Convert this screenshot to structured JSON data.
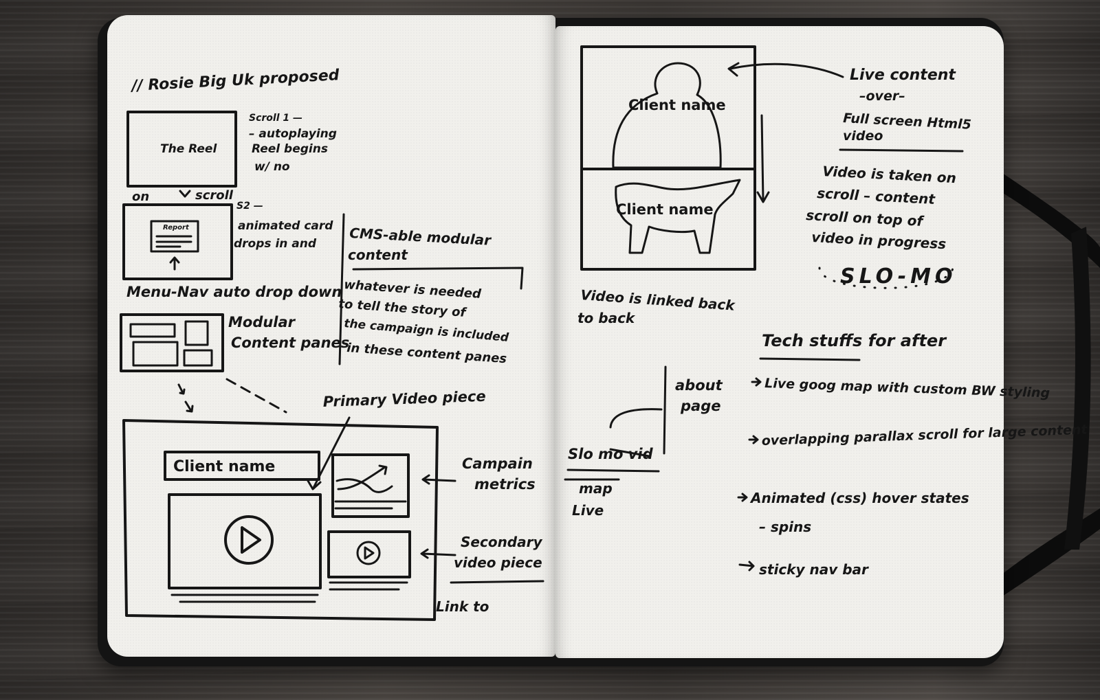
{
  "left_page": {
    "header": "// Rosie Big Uk proposed",
    "scene1": {
      "box_label": "The Reel",
      "step": "Scroll 1 —",
      "notes": [
        "– autoplaying",
        "Reel begins",
        "w/ no"
      ],
      "on_label": "on",
      "scroll_label": "scroll"
    },
    "scene2": {
      "step": "S2 —",
      "card_label": "Report",
      "notes": [
        "animated card",
        "drops in and"
      ]
    },
    "menu_nav": "Menu-Nav auto drop down",
    "modular": [
      "Modular",
      "Content panes"
    ],
    "cms": {
      "title": [
        "CMS-able modular",
        "content"
      ],
      "body": [
        "whatever is needed",
        "to tell the story of",
        "the campaign is included",
        "in these content panes"
      ]
    },
    "wireframe": {
      "primary_video": "Primary Video piece",
      "client_name": "Client name",
      "campaign_metrics": [
        "Campain",
        "metrics"
      ],
      "secondary_video": [
        "Secondary",
        "video piece"
      ],
      "link_to": "Link to"
    }
  },
  "right_page": {
    "hero_client_top": "Client name",
    "hero_client_bottom": "Client name",
    "live_content": [
      "Live content",
      "–over–",
      "Full screen Html5",
      "video"
    ],
    "video_note": [
      "Video is taken on",
      "scroll – content",
      "scroll on top of",
      "video in progress"
    ],
    "slo_mo": "SLO-MO",
    "linked_note": [
      "Video is linked back",
      "to back"
    ],
    "about_page": [
      "about",
      "page"
    ],
    "slo_note": [
      "Slo mo vid",
      "map",
      "Live"
    ],
    "tech": {
      "title": "Tech stuffs for after",
      "items": [
        "Live goog map with custom BW styling",
        "overlapping parallax scroll for large content",
        "Animated (css) hover states",
        "– spins",
        "sticky nav bar"
      ]
    }
  }
}
